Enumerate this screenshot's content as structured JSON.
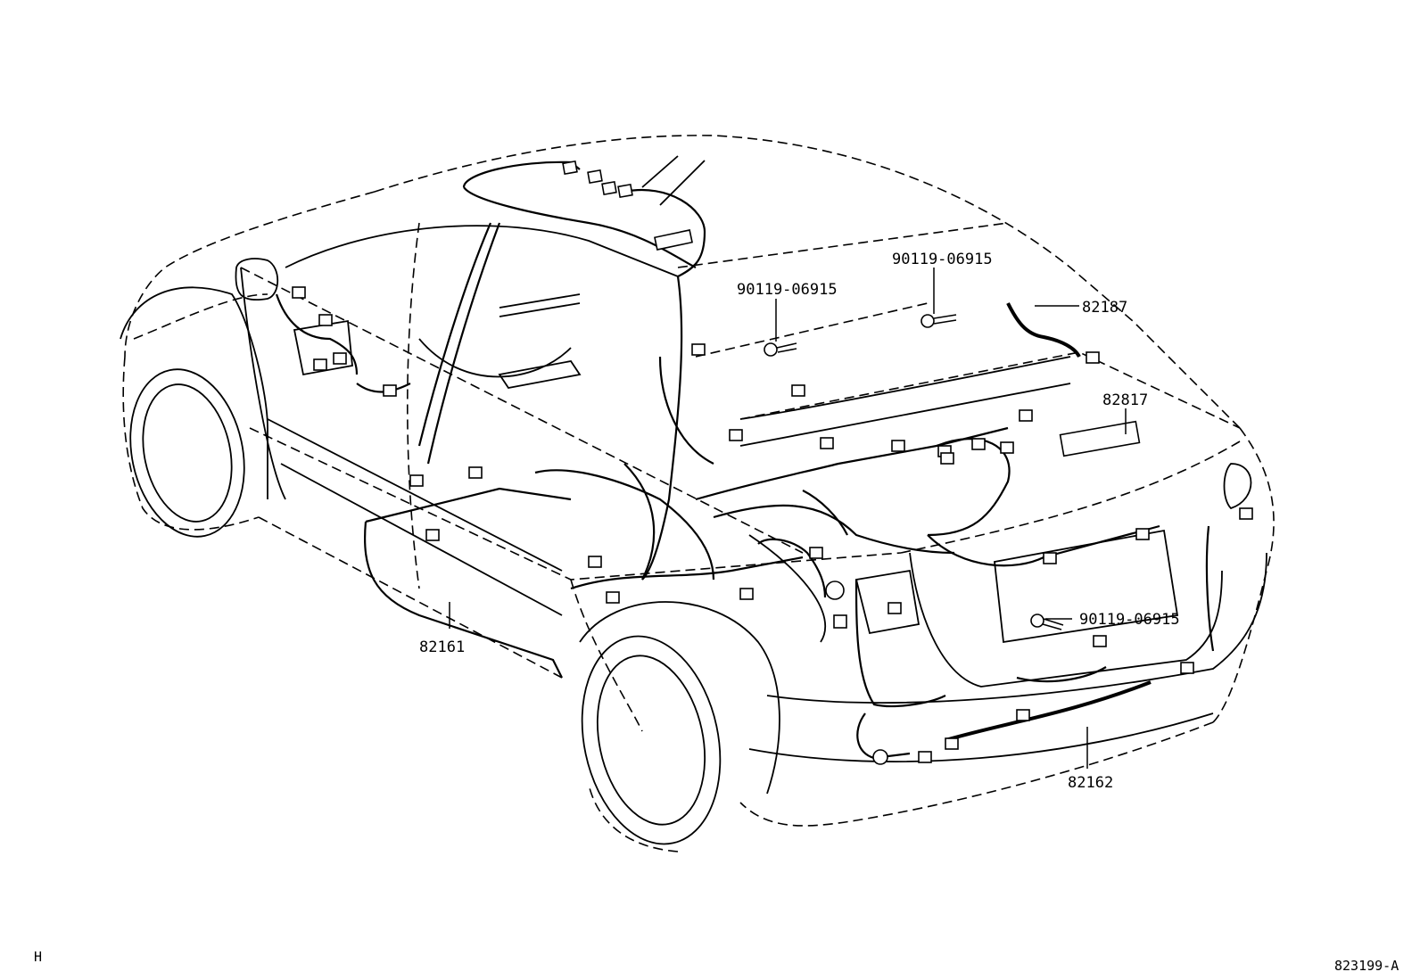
{
  "diagram": {
    "callouts": [
      {
        "id": "82187",
        "text": "82187"
      },
      {
        "id": "82817",
        "text": "82817"
      },
      {
        "id": "82161",
        "text": "82161"
      },
      {
        "id": "82162",
        "text": "82162"
      },
      {
        "id": "bolt_a",
        "text": "90119-06915"
      },
      {
        "id": "bolt_b",
        "text": "90119-06915"
      },
      {
        "id": "bolt_c",
        "text": "90119-06915"
      }
    ],
    "corner_left": "H",
    "corner_right": "823199-A"
  }
}
